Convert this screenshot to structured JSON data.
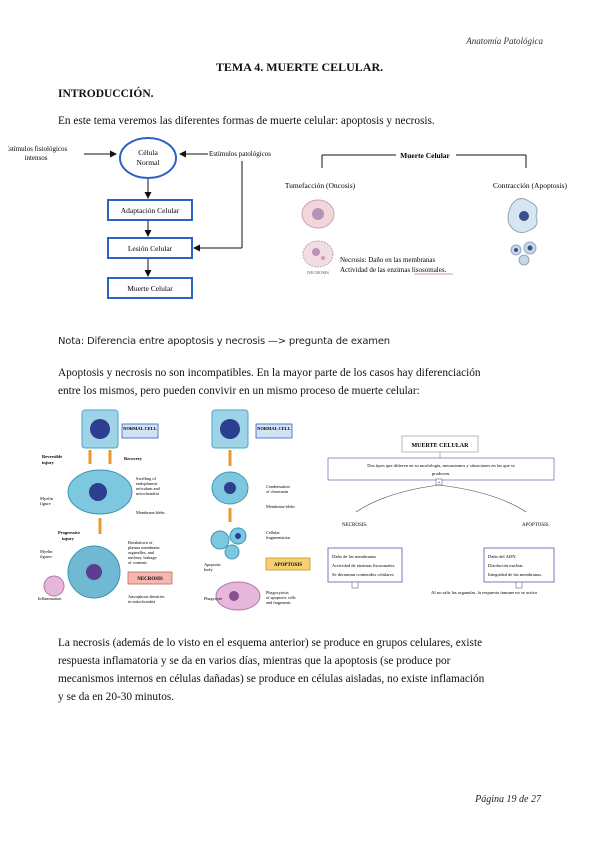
{
  "header": {
    "right": "Anatomía Patológica"
  },
  "title": "TEMA 4. MUERTE CELULAR.",
  "intro_heading": "INTRODUCCIÓN.",
  "intro_text": "En este tema veremos las diferentes formas de muerte celular: apoptosis y necrosis.",
  "diagram1": {
    "left_stimulus": [
      "Estímulos fisiológicos",
      "intensos"
    ],
    "center_node": [
      "Célula",
      "Normal"
    ],
    "right_stimulus": "Estímulos patológicos",
    "steps": [
      "Adaptación Celular",
      "Lesión Celular",
      "Muerte Celular"
    ]
  },
  "diagram2": {
    "root": "Muerte Celular",
    "left_branch": "Tumefacción (Oncosis)",
    "right_branch": "Contracción (Apoptosis)",
    "caption": [
      "Necrosis: Daño en las membranas",
      "Actividad de las enzimas lisosomales."
    ],
    "tiny_label": "NECROSIS"
  },
  "note": "Nota: Diferencia entre apoptosis y necrosis —> pregunta de examen",
  "paragraph2": [
    "Apoptosis y necrosis no son incompatibles. En la mayor parte de los casos hay diferenciación",
    "entre los mismos, pero pueden convivir en un mismo proceso de muerte celular:"
  ],
  "figure_left": {
    "normal_cell": "NORMAL CELL",
    "reversible": [
      "Reversible",
      "injury"
    ],
    "recovery": "Recovery",
    "myelin": [
      "Myelin",
      "figure"
    ],
    "swelling": [
      "Swelling of",
      "endoplasmic",
      "reticulum and",
      "mitochondria"
    ],
    "membrane_blebs": "Membrane blebs",
    "progressive": [
      "Progressive",
      "injury"
    ],
    "myelin2": [
      "Myelin",
      "figures"
    ],
    "breakdown": [
      "Breakdown of",
      "plasma membrane,",
      "organelles, and",
      "nucleus; leakage",
      "of contents"
    ],
    "inflammation": "Inflammation",
    "necrosis": "NECROSIS",
    "amorphous": [
      "Amorphous densities",
      "in mitochondria"
    ]
  },
  "figure_mid": {
    "normal_cell": "NORMAL CELL",
    "condensation": [
      "Condensation",
      "of chromatin"
    ],
    "membrane_blebs": "Membrane blebs",
    "fragmentation": [
      "Cellular",
      "fragmentation"
    ],
    "apoptotic_body": [
      "Apoptotic",
      "body"
    ],
    "apoptosis": "APOPTOSIS",
    "phagocyte": "Phagocyte",
    "phagocytosis": [
      "Phagocytosis",
      "of apoptotic cells",
      "and fragments"
    ]
  },
  "figure_right": {
    "title": "MUERTE CELULAR",
    "desc": [
      "Dos tipos que difieren en su morfología, mecanismos y situaciones en las que se",
      "producen."
    ],
    "left": "NECROSIS.",
    "right": "APOPTOSIS.",
    "left_items": [
      "Daño de las membranas",
      "Actividad de enzimas lisosomales.",
      "Se derraman contenidos celulares"
    ],
    "right_items": [
      "Daño del ADN.",
      "Disolución nuclear.",
      "Integridad de las membranas."
    ],
    "footnote": "Al no salir las organelas, la respuesta inmune no se activa"
  },
  "paragraph3": [
    "La necrosis (además de lo visto en el esquema anterior) se produce en grupos celulares, existe",
    "respuesta inflamatoria y se da en varios días, mientras que la apoptosis (se produce por",
    "mecanismos internos en células dañadas) se produce en células aisladas, no existe inflamación",
    "y se da en 20-30 minutos."
  ],
  "footer": "Página 19 de 27",
  "colors": {
    "accent_blue": "#2b62c8",
    "box_purple": "#8b6fc2",
    "cell_blue": "#4aa7c8",
    "necrosis_pink": "#e8a0a0"
  }
}
